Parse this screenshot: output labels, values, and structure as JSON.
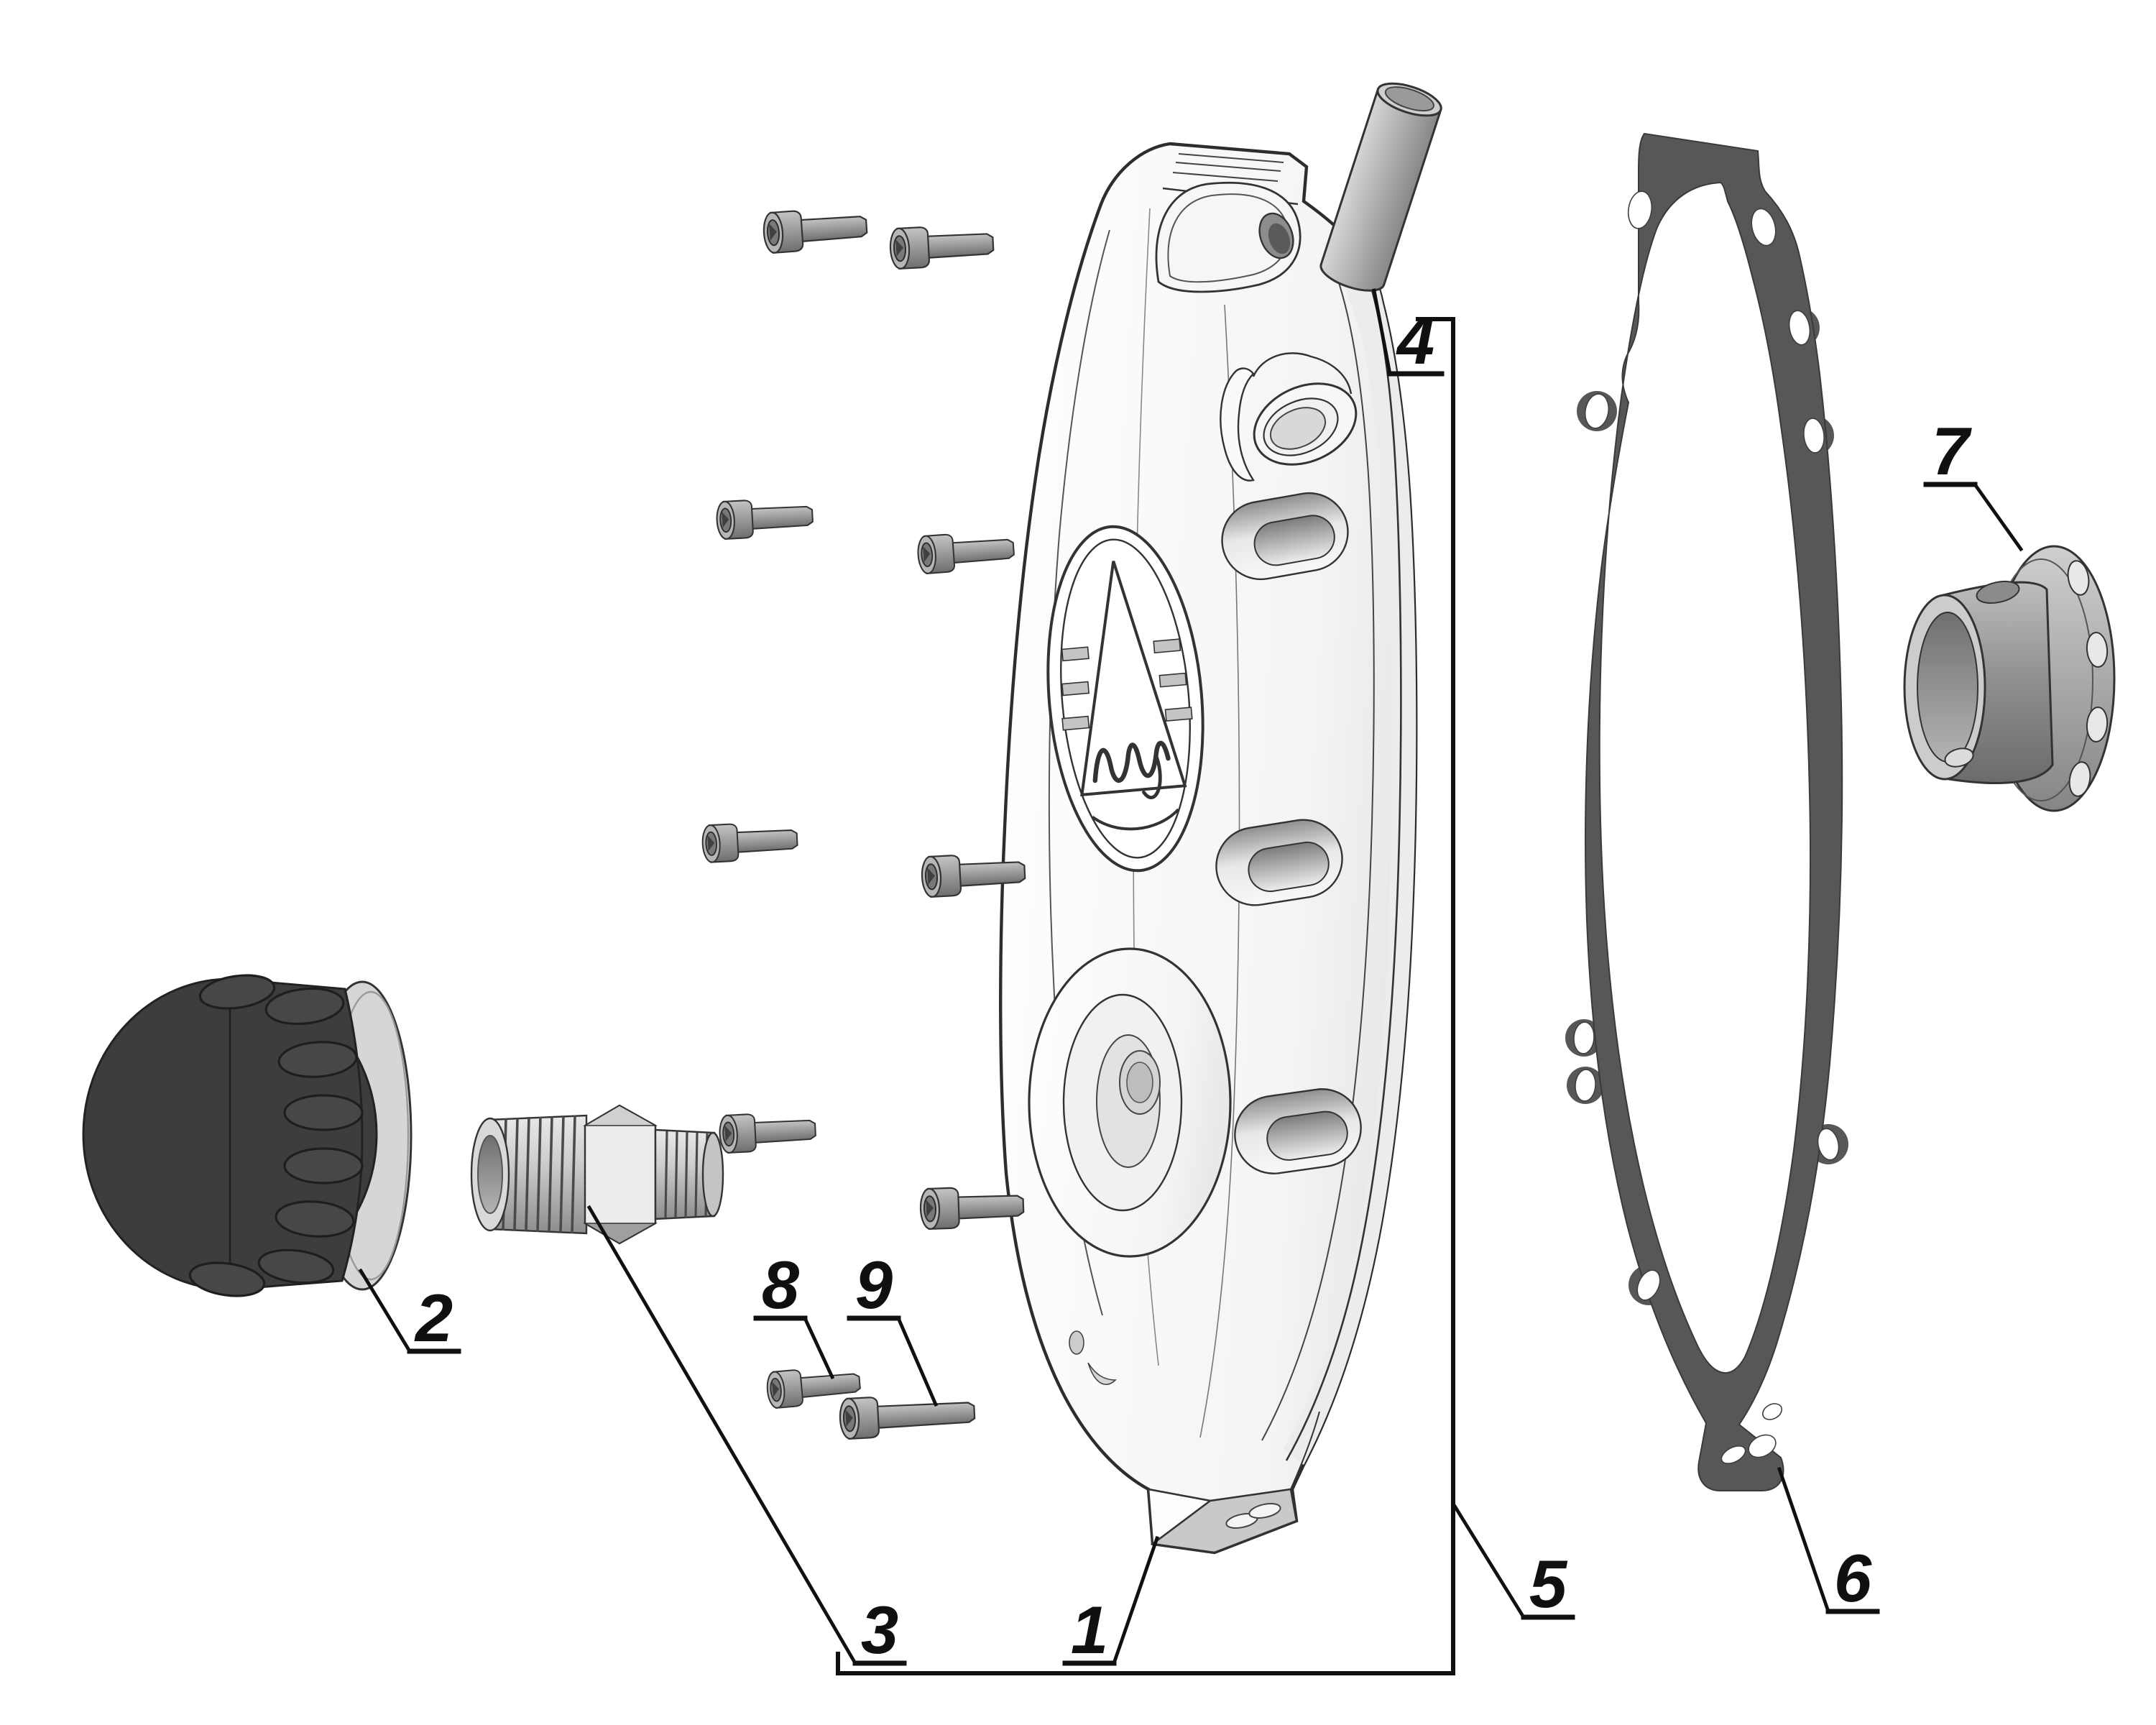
{
  "diagram_type": "exploded-parts-diagram",
  "colors": {
    "background": "#ffffff",
    "line": "#2d2d2d",
    "label": "#101010",
    "metal": "#9b9b9b",
    "metal_dark": "#6f6f6f",
    "cap_body": "#3d3d3d",
    "cap_rim": "#d6d6d6",
    "gasket": "#575757",
    "cover_face": "#fbfbfb"
  },
  "callouts": [
    {
      "label": "1"
    },
    {
      "label": "2"
    },
    {
      "label": "3"
    },
    {
      "label": "4"
    },
    {
      "label": "5"
    },
    {
      "label": "6"
    },
    {
      "label": "7"
    },
    {
      "label": "8"
    },
    {
      "label": "9"
    }
  ]
}
